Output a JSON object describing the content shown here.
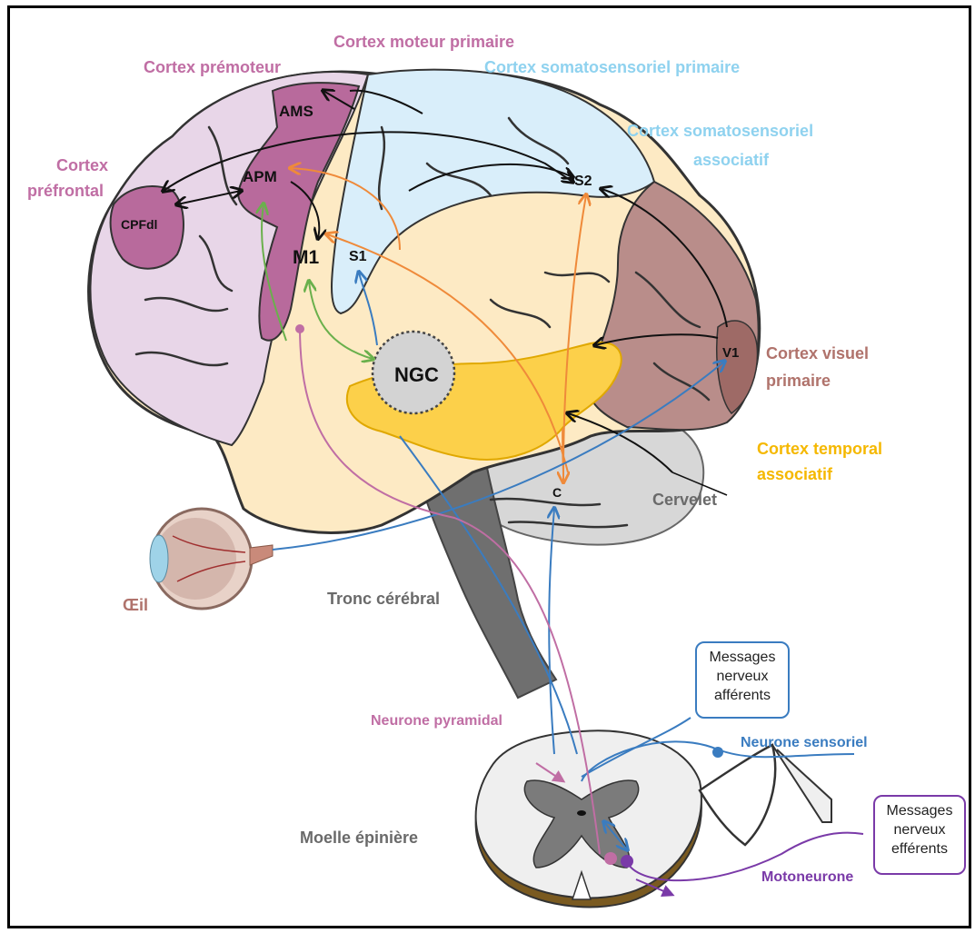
{
  "colors": {
    "prefrontal_fill": "#e8d6e8",
    "premotor_fill": "#b86a9c",
    "somato_fill": "#d9eefa",
    "visual_fill": "#b98d8a",
    "temporal_fill": "#fdeac4",
    "temporal_assoc": "#fcd04a",
    "cerebellum": "#d7d7d7",
    "brainstem": "#6f6f6f",
    "pink_label": "#c06ea4",
    "blue_label": "#8fd2ef",
    "brown_label": "#b0736c",
    "yellow_label": "#f5b800",
    "grey_label": "#6a6a6a",
    "afferent_blue": "#3a7cc0",
    "efferent_purple": "#7a3aa8",
    "orange_arrow": "#ef8a3a",
    "green_arrow": "#6ab04c"
  },
  "labels": {
    "cortex_moteur_primaire": "Cortex moteur primaire",
    "cortex_premoteur": "Cortex prémoteur",
    "cortex_somato_primaire": "Cortex somatosensoriel primaire",
    "cortex_somato_assoc_1": "Cortex somatosensoriel",
    "cortex_somato_assoc_2": "associatif",
    "cortex_prefrontal_1": "Cortex",
    "cortex_prefrontal_2": "préfrontal",
    "cortex_visuel_1": "Cortex visuel",
    "cortex_visuel_2": "primaire",
    "cortex_temporal_1": "Cortex temporal",
    "cortex_temporal_2": "associatif",
    "cervelet": "Cervelet",
    "tronc": "Tronc cérébral",
    "oeil": "Œil",
    "moelle": "Moelle épinière",
    "neurone_pyramidal": "Neurone pyramidal",
    "neurone_sensoriel": "Neurone sensoriel",
    "motoneurone": "Motoneurone"
  },
  "nodes": {
    "ams": "AMS",
    "apm": "APM",
    "cpfdl": "CPFdl",
    "m1": "M1",
    "s1": "S1",
    "s2": "S2",
    "ngc": "NGC",
    "v1": "V1",
    "c": "C"
  },
  "boxes": {
    "afferents": [
      "Messages",
      "nerveux",
      "afférents"
    ],
    "efferents": [
      "Messages",
      "nerveux",
      "efférents"
    ]
  }
}
